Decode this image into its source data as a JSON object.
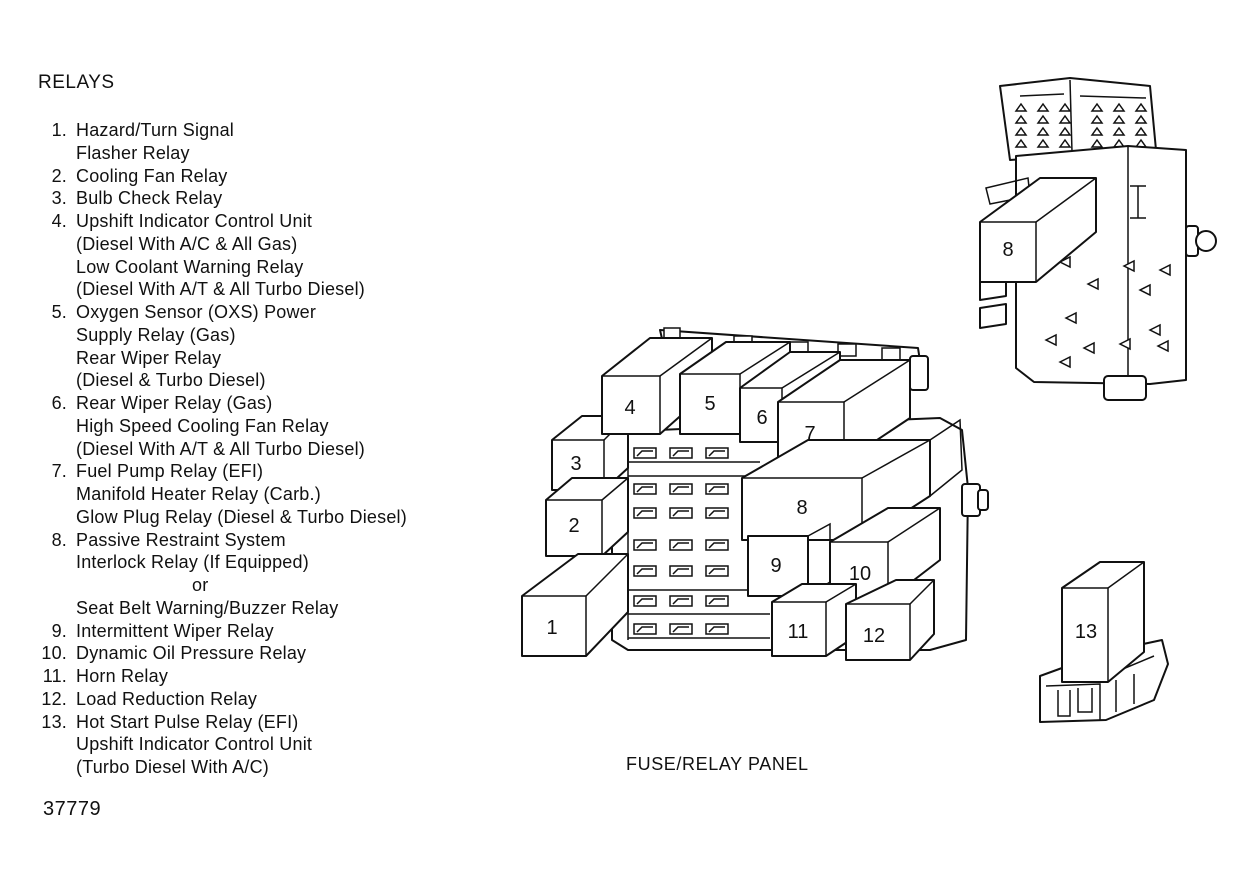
{
  "heading": "RELAYS",
  "legend": [
    {
      "num": "1.",
      "lines": [
        "Hazard/Turn Signal",
        "Flasher Relay"
      ]
    },
    {
      "num": "2.",
      "lines": [
        "Cooling Fan Relay"
      ]
    },
    {
      "num": "3.",
      "lines": [
        "Bulb Check Relay"
      ]
    },
    {
      "num": "4.",
      "lines": [
        "Upshift Indicator Control Unit",
        "(Diesel With A/C & All Gas)",
        "Low Coolant Warning Relay",
        "(Diesel With A/T & All Turbo Diesel)"
      ]
    },
    {
      "num": "5.",
      "lines": [
        "Oxygen Sensor (OXS) Power",
        "Supply Relay (Gas)",
        "Rear Wiper Relay",
        "(Diesel & Turbo Diesel)"
      ]
    },
    {
      "num": "6.",
      "lines": [
        "Rear Wiper Relay (Gas)",
        "High Speed Cooling Fan Relay",
        "(Diesel With A/T & All Turbo Diesel)"
      ]
    },
    {
      "num": "7.",
      "lines": [
        "Fuel Pump Relay (EFI)",
        "Manifold Heater Relay (Carb.)",
        "Glow Plug Relay (Diesel & Turbo Diesel)"
      ]
    },
    {
      "num": "8.",
      "lines": [
        "Passive Restraint System",
        "Interlock Relay (If Equipped)",
        "or",
        "Seat Belt Warning/Buzzer Relay"
      ]
    },
    {
      "num": "9.",
      "lines": [
        "Intermittent Wiper Relay"
      ]
    },
    {
      "num": "10.",
      "lines": [
        "Dynamic Oil Pressure Relay"
      ]
    },
    {
      "num": "11.",
      "lines": [
        "Horn Relay"
      ]
    },
    {
      "num": "12.",
      "lines": [
        "Load Reduction Relay"
      ]
    },
    {
      "num": "13.",
      "lines": [
        "Hot Start Pulse Relay (EFI)",
        "Upshift Indicator Control Unit",
        "(Turbo Diesel With A/C)"
      ]
    }
  ],
  "panel_caption": "FUSE/RELAY PANEL",
  "figure_id": "37779",
  "callouts": {
    "r1": "1",
    "r2": "2",
    "r3": "3",
    "r4": "4",
    "r5": "5",
    "r6": "6",
    "r7": "7",
    "r8": "8",
    "r8_alt": "8",
    "r9": "9",
    "r10": "10",
    "r11": "11",
    "r12": "12",
    "r13": "13"
  }
}
